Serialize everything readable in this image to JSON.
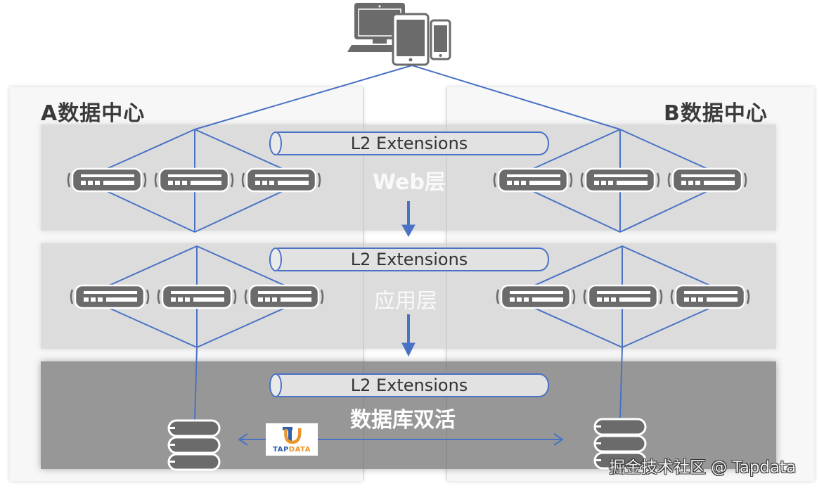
{
  "diagram": {
    "clients": {
      "icons": [
        "desktop-monitor",
        "tablet",
        "smartphone"
      ]
    },
    "datacenters": [
      {
        "id": "A",
        "title": "A数据中心"
      },
      {
        "id": "B",
        "title": "B数据中心"
      }
    ],
    "layers": [
      {
        "id": "web",
        "label": "Web层",
        "link_label": "L2 Extensions",
        "node_type": "server",
        "nodes_per_dc": 3
      },
      {
        "id": "app",
        "label": "应用层",
        "link_label": "L2 Extensions",
        "node_type": "server",
        "nodes_per_dc": 3
      },
      {
        "id": "db",
        "label": "数据库双活",
        "link_label": "L2 Extensions",
        "node_type": "database",
        "nodes_per_dc": 1
      }
    ],
    "replication": {
      "tool": "TAPDATA",
      "logo_text_a": "TAP",
      "logo_text_b": "DATA",
      "direction": "bidirectional"
    },
    "colors": {
      "line": "#4a72c4",
      "server": "#6b6b6b",
      "layer_bg": "#dcdcdc",
      "db_layer_bg": "#979797",
      "logo_orange": "#e8962c",
      "logo_blue": "#2e5fa8"
    }
  },
  "watermark": "掘金技术社区 @ Tapdata"
}
